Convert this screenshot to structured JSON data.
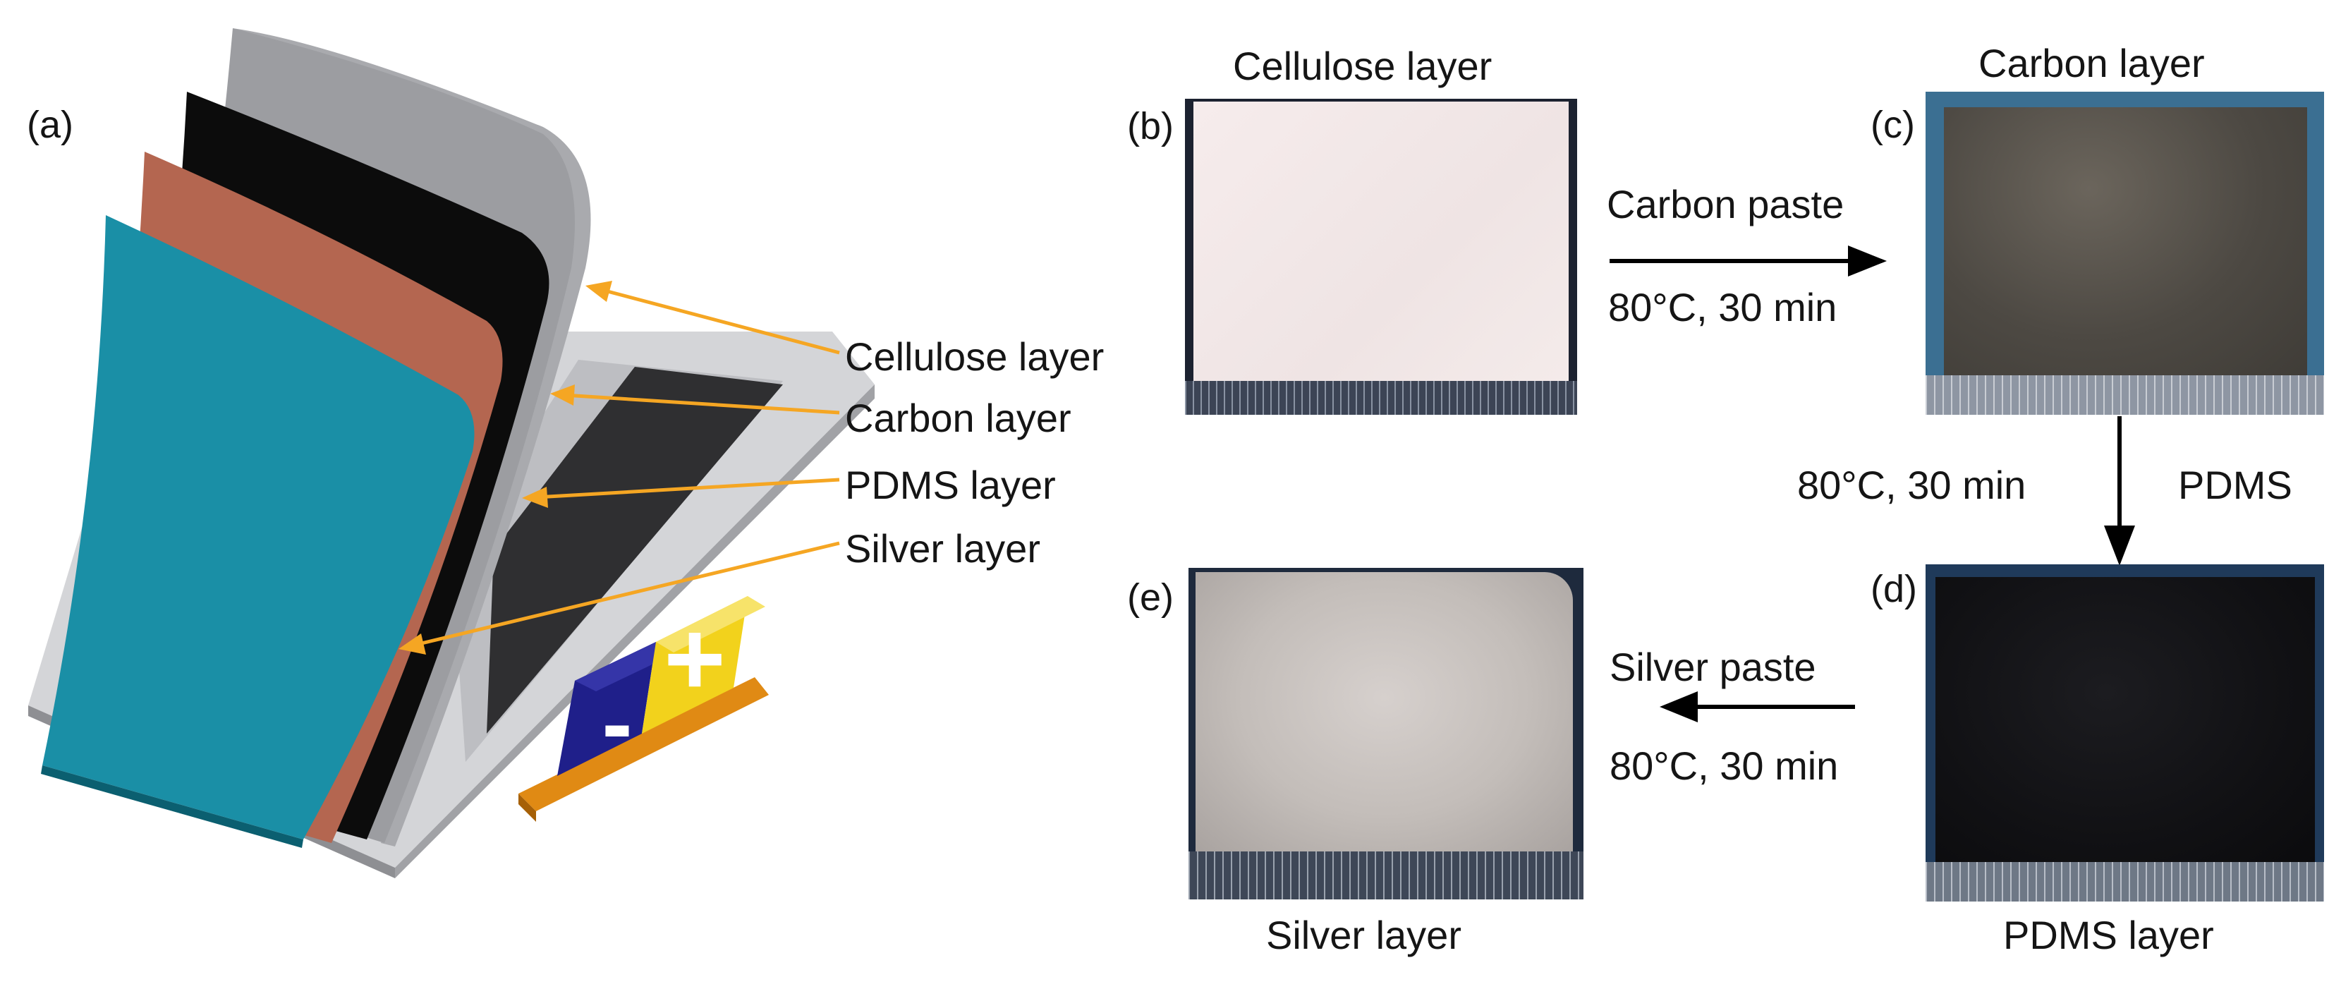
{
  "panels": {
    "a": {
      "label": "(a)",
      "callouts": [
        "Cellulose layer",
        "Carbon layer",
        "PDMS layer",
        "Silver layer"
      ],
      "battery": {
        "plus": "+",
        "minus": "-"
      }
    },
    "b": {
      "label": "(b)",
      "title": "Cellulose layer"
    },
    "c": {
      "label": "(c)",
      "title": "Carbon layer"
    },
    "d": {
      "label": "(d)",
      "title": "PDMS layer"
    },
    "e": {
      "label": "(e)",
      "title": "Silver layer"
    }
  },
  "steps": {
    "b_to_c": {
      "top": "Carbon paste",
      "bottom": "80°C, 30 min"
    },
    "c_to_d": {
      "left": "80°C, 30 min",
      "right": "PDMS"
    },
    "d_to_e": {
      "top": "Silver paste",
      "bottom": "80°C, 30 min"
    }
  },
  "colors": {
    "silver_sheet": "#1a8fa6",
    "pdms_sheet": "#b46650",
    "carbon_sheet": "#0c0c0c",
    "cellulose_sheet": "#a9aaae",
    "base_frame": "#b7b8bc",
    "callout_arrow": "#f5a623",
    "battery_plus": "#f2d21c",
    "battery_minus": "#1f1f8a",
    "battery_base": "#e08a14"
  }
}
